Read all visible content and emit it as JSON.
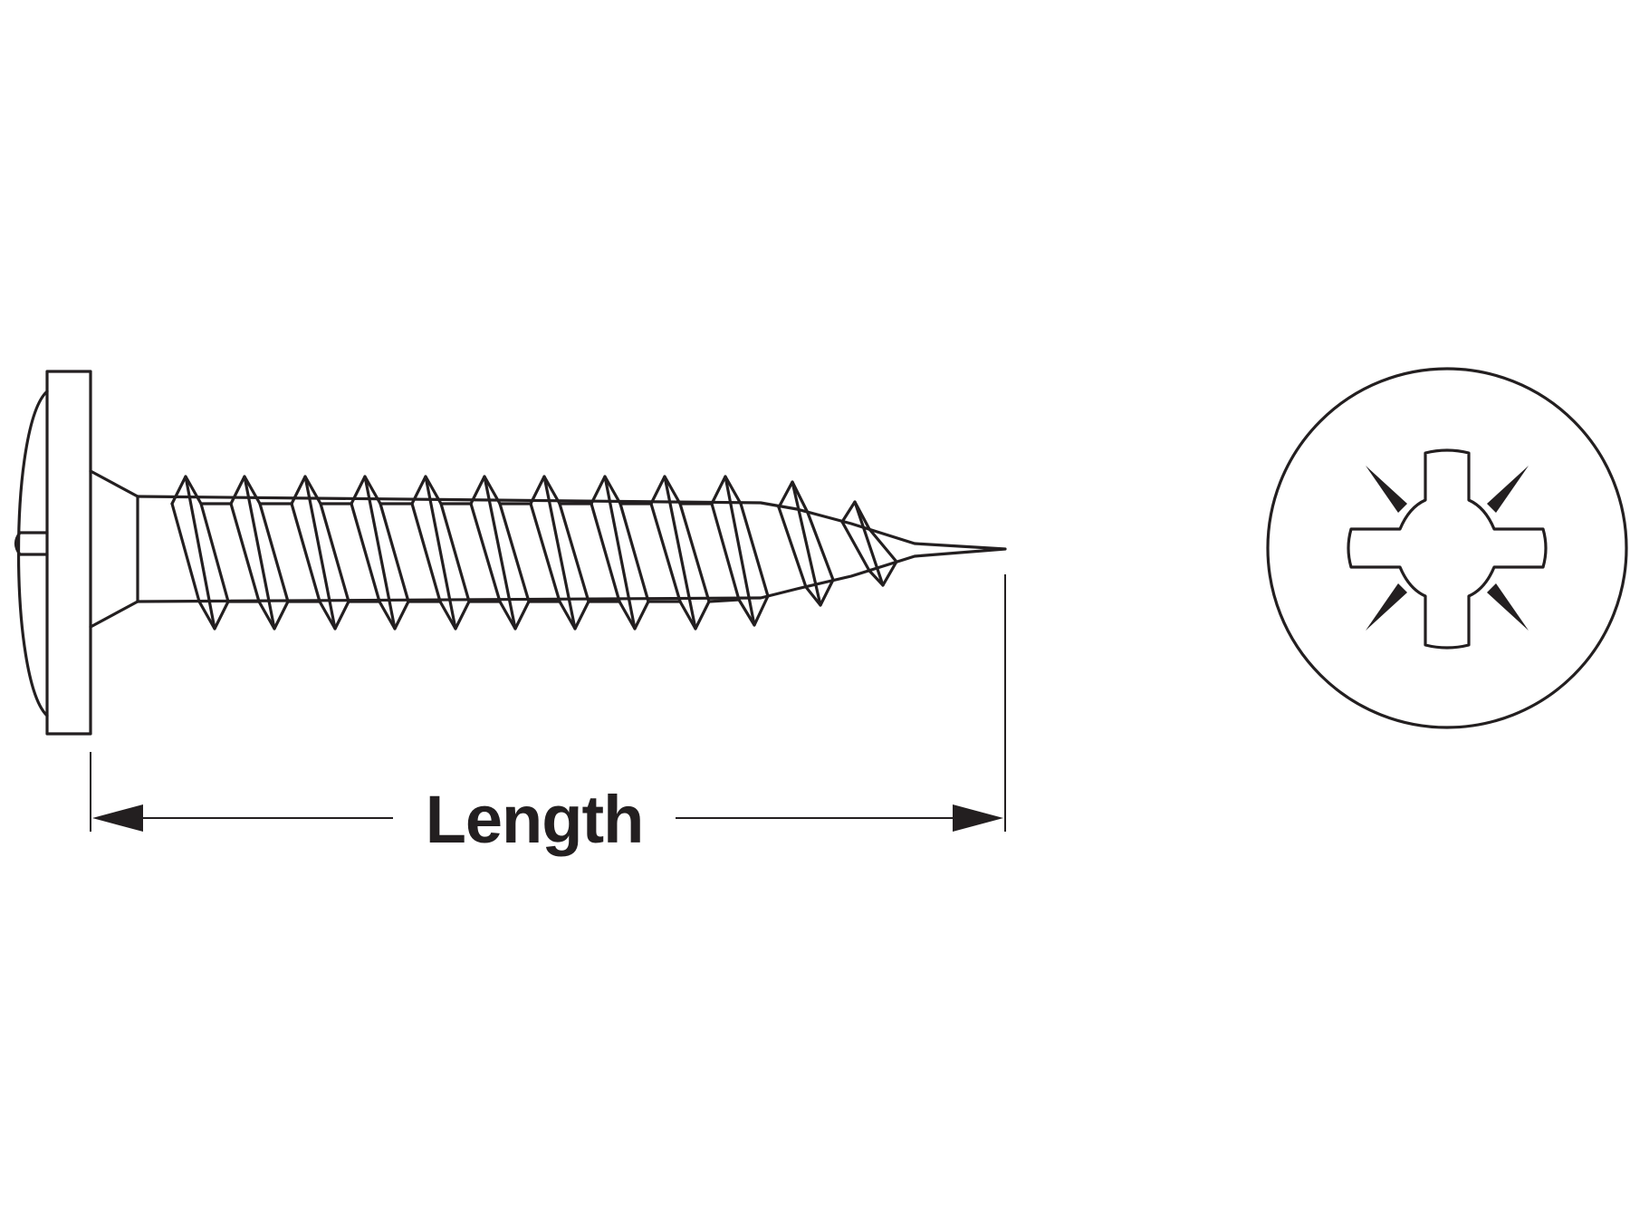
{
  "dimension": {
    "label": "Length"
  },
  "colors": {
    "line": "#231f20",
    "background": "#ffffff"
  },
  "views": {
    "side": "screw-side-view",
    "head": "pozidriv-head-top-view"
  }
}
